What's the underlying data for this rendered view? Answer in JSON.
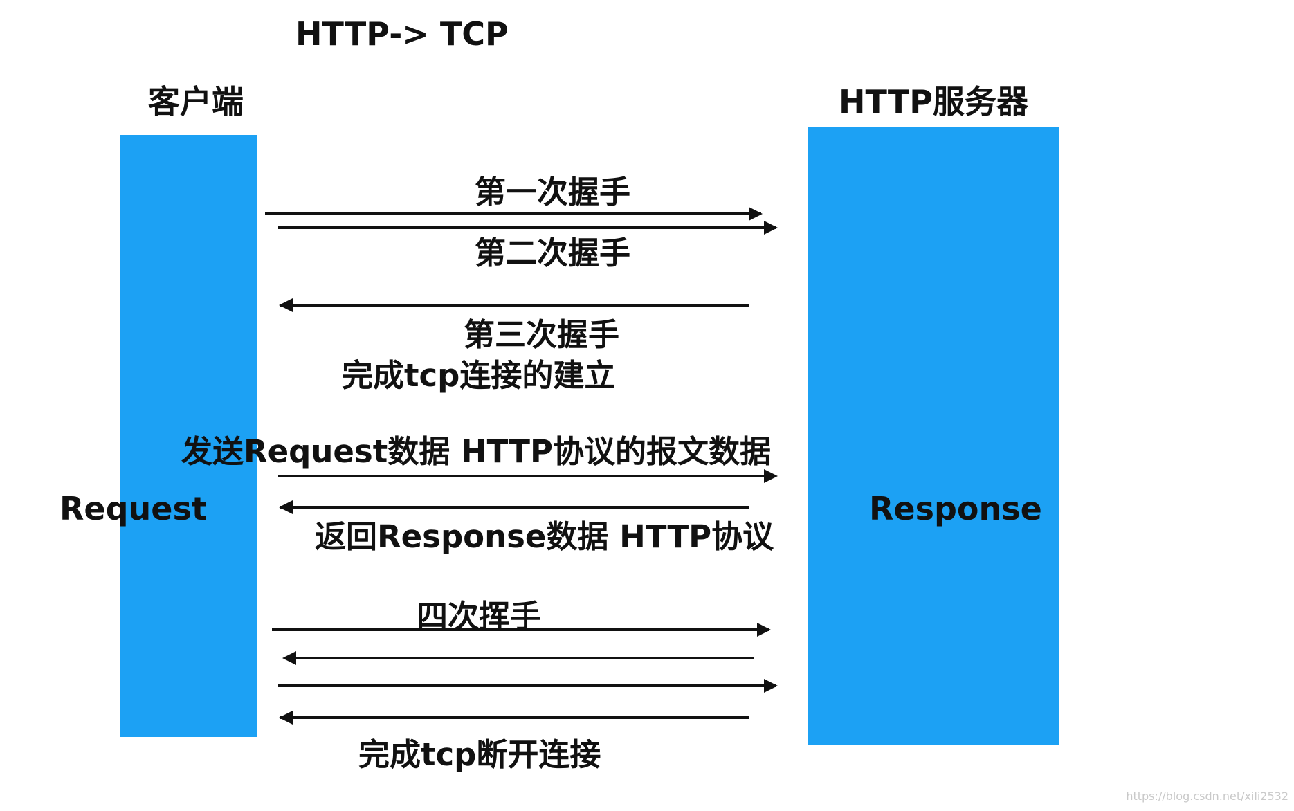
{
  "title": "HTTP-> TCP",
  "client": {
    "label": "客户端",
    "side_text": "Request"
  },
  "server": {
    "label": "HTTP服务器",
    "side_text": "Response"
  },
  "handshake": {
    "first": "第一次握手",
    "second": "第二次握手",
    "third": "第三次握手",
    "done": "完成tcp连接的建立"
  },
  "request_msg": "发送Request数据  HTTP协议的报文数据",
  "response_msg": "返回Response数据  HTTP协议",
  "wave": {
    "label": "四次挥手",
    "done": "完成tcp断开连接"
  },
  "watermark": "https://blog.csdn.net/xili2532",
  "colors": {
    "box": "#1ca1f4",
    "arrow": "#111111"
  },
  "arrows": [
    {
      "name": "handshake-1-arrow",
      "direction": "right"
    },
    {
      "name": "handshake-2-arrow",
      "direction": "right"
    },
    {
      "name": "handshake-3-arrow",
      "direction": "left"
    },
    {
      "name": "request-arrow",
      "direction": "right"
    },
    {
      "name": "response-arrow",
      "direction": "left"
    },
    {
      "name": "wave-1-arrow",
      "direction": "right"
    },
    {
      "name": "wave-2-arrow",
      "direction": "left"
    },
    {
      "name": "wave-3-arrow",
      "direction": "right"
    },
    {
      "name": "wave-4-arrow",
      "direction": "left"
    }
  ]
}
